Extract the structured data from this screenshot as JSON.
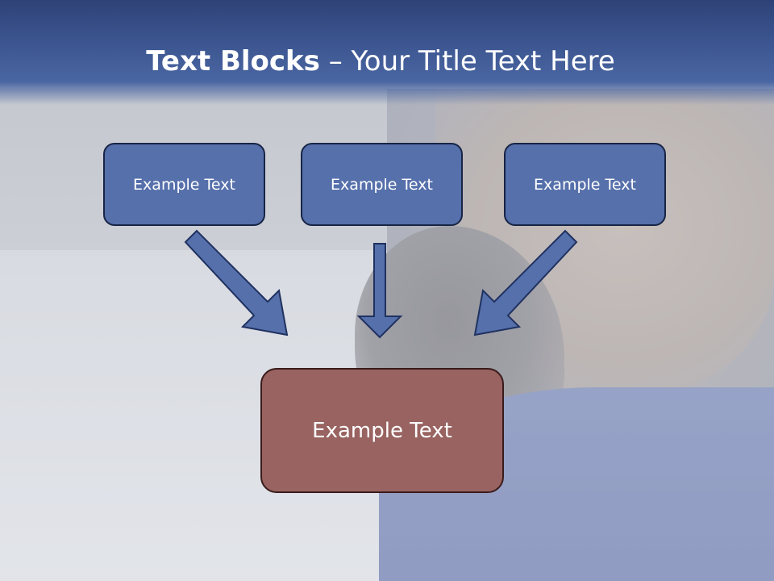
{
  "slide": {
    "title_bold": "Text Blocks",
    "title_dash": " – ",
    "title_rest": "Your Title Text Here"
  },
  "top_boxes": [
    {
      "label": "Example Text"
    },
    {
      "label": "Example Text"
    },
    {
      "label": "Example Text"
    }
  ],
  "bottom_box": {
    "label": "Example Text"
  },
  "colors": {
    "title_band": "#3c5590",
    "top_box_fill": "#5670ab",
    "top_box_border": "#172545",
    "bottom_box_fill": "#986360",
    "bottom_box_border": "#3a1b1b",
    "arrow_fill": "#5670ab",
    "arrow_stroke": "#1f3160"
  }
}
